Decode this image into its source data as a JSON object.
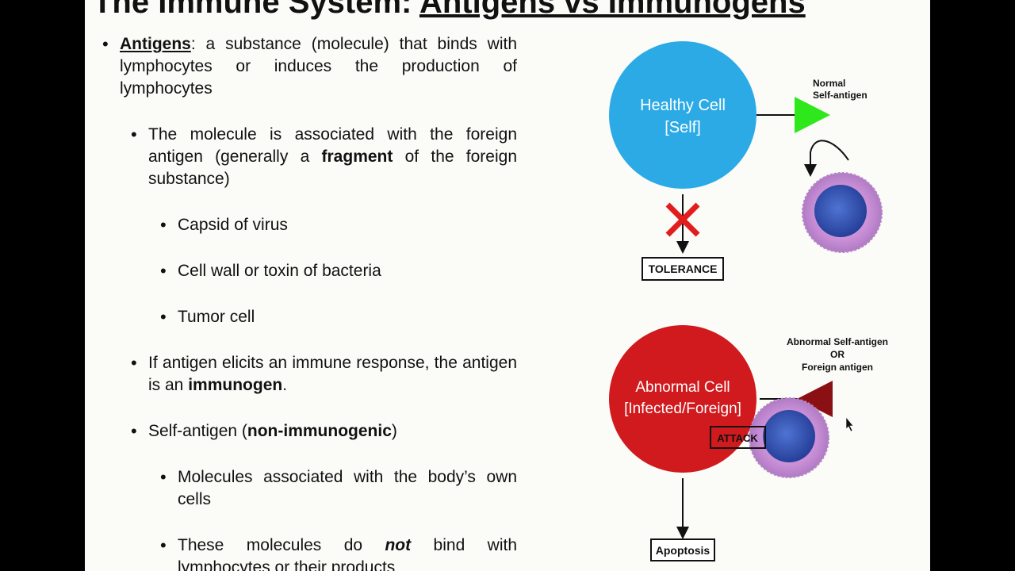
{
  "title": {
    "prefix": "The Immune System: ",
    "underlined": "Antigens vs Immunogens"
  },
  "bullets": {
    "antigens_term": "Antigens",
    "antigens_def": ": a substance (molecule) that binds with lymphocytes or induces the production of lymphocytes",
    "molecule_a": "The molecule is associated with the foreign antigen (generally a ",
    "molecule_bold": "fragment",
    "molecule_b": " of the foreign substance)",
    "capsid": "Capsid of virus",
    "cell_wall": "Cell wall or toxin of bacteria",
    "tumor": "Tumor cell",
    "elicit_a": "If antigen elicits an immune response, the antigen is an ",
    "elicit_bold": "immunogen",
    "elicit_b": ".",
    "self_a": "Self-antigen (",
    "self_bold": "non-immunogenic",
    "self_b": ")",
    "molecules_assoc": "Molecules associated with the body’s own cells",
    "these_a": "These molecules do ",
    "these_bold": "not",
    "these_b": " bind with lymphocytes or their products"
  },
  "diagram": {
    "healthy_line1": "Healthy Cell",
    "healthy_line2": "[Self]",
    "normal_line1": "Normal",
    "normal_line2": "Self-antigen",
    "tolerance": "TOLERANCE",
    "abnormal_line1": "Abnormal Cell",
    "abnormal_line2": "[Infected/Foreign]",
    "abnormal_antigen_line1": "Abnormal Self-antigen",
    "abnormal_antigen_line2": "OR",
    "abnormal_antigen_line3": "Foreign antigen",
    "attack": "ATTACK",
    "apoptosis": "Apoptosis"
  },
  "colors": {
    "healthy_cell": "#2baae6",
    "abnormal_cell": "#d01a1e",
    "normal_antigen": "#2ee81b",
    "abnormal_antigen": "#8b1013",
    "cross_mark": "#e21d1d",
    "lymphocyte_outer": "#c98fd6",
    "lymphocyte_nucleus": "#3b59b8"
  },
  "icons": {
    "cross": "x-mark-icon",
    "cursor": "mouse-pointer-icon"
  }
}
